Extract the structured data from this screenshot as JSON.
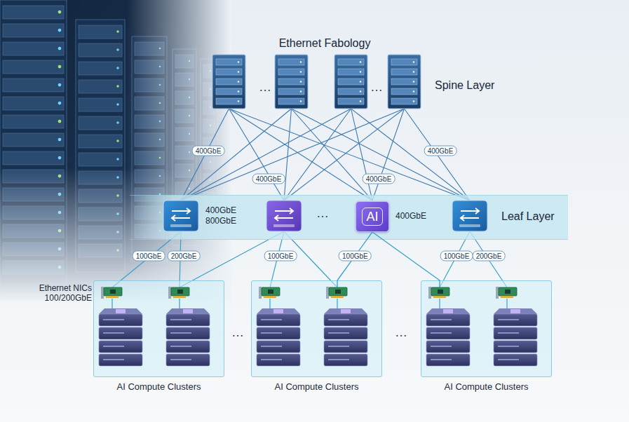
{
  "diagram": {
    "title": "Ethernet Fabology",
    "nodes": [
      {
        "text": [
          "Leaf Layer"
        ]
      },
      {
        "text": [
          "AI"
        ],
        "in": 0
      },
      {
        "text": [
          "AI Compute Clusters"
        ]
      },
      {
        "text": [
          "AI Compute Clusters"
        ]
      },
      {
        "text": [
          "AI Compute Clusters"
        ]
      }
    ],
    "edges": [
      {
        "from": 1,
        "to": 3,
        "label": "100GbE",
        "arrow": "none"
      },
      {
        "from": 1,
        "to": 4,
        "arrow": "none"
      }
    ],
    "labels": [
      "Spine Layer",
      "…",
      "…",
      "400GbE",
      "400GbE",
      "400GbE",
      "400GbE",
      "400GbE 800GbE",
      "…",
      "400GbE",
      "100GbE",
      "200GbE",
      "100GbE",
      "100GbE",
      "200GbE",
      "Ethernet NICs 100/200GbE",
      "…",
      "…"
    ]
  }
}
